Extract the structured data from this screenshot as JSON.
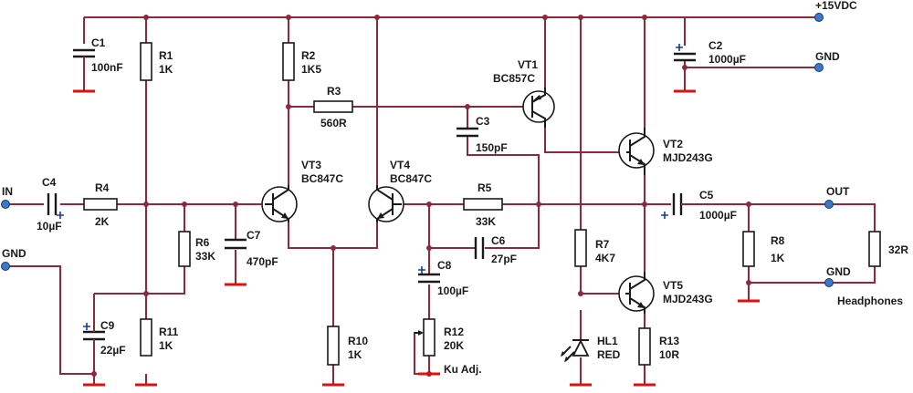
{
  "labels": {
    "vcc": "+15VDC",
    "gnd_top": "GND",
    "in": "IN",
    "gnd_in": "GND",
    "out": "OUT",
    "gnd_out": "GND",
    "headphones": "Headphones",
    "ku": "Ku Adj.",
    "C1": "C1",
    "C1v": "100nF",
    "R1": "R1",
    "R1v": "1K",
    "R2": "R2",
    "R2v": "1K5",
    "R3": "R3",
    "R3v": "560R",
    "C2": "C2",
    "C2v": "1000µF",
    "VT1": "VT1",
    "VT1v": "BC857C",
    "C3": "C3",
    "C3v": "150pF",
    "VT2": "VT2",
    "VT2v": "MJD243G",
    "C4": "C4",
    "C4v": "10µF",
    "R4": "R4",
    "R4v": "2K",
    "VT3": "VT3",
    "VT3v": "BC847C",
    "VT4": "VT4",
    "VT4v": "BC847C",
    "R5": "R5",
    "R5v": "33K",
    "C5": "C5",
    "C5v": "1000µF",
    "R6": "R6",
    "R6v": "33K",
    "C7": "C7",
    "C7v": "470pF",
    "C6": "C6",
    "C6v": "27pF",
    "R7": "R7",
    "R7v": "4K7",
    "R8": "R8",
    "R8v": "1K",
    "RL": "32R",
    "C8": "C8",
    "C8v": "100µF",
    "VT5": "VT5",
    "VT5v": "MJD243G",
    "C9": "C9",
    "C9v": "22µF",
    "R11": "R11",
    "R11v": "1K",
    "R10": "R10",
    "R10v": "1K",
    "R12": "R12",
    "R12v": "20K",
    "HL1": "HL1",
    "HL1v": "RED",
    "R13": "R13",
    "R13v": "10R"
  }
}
